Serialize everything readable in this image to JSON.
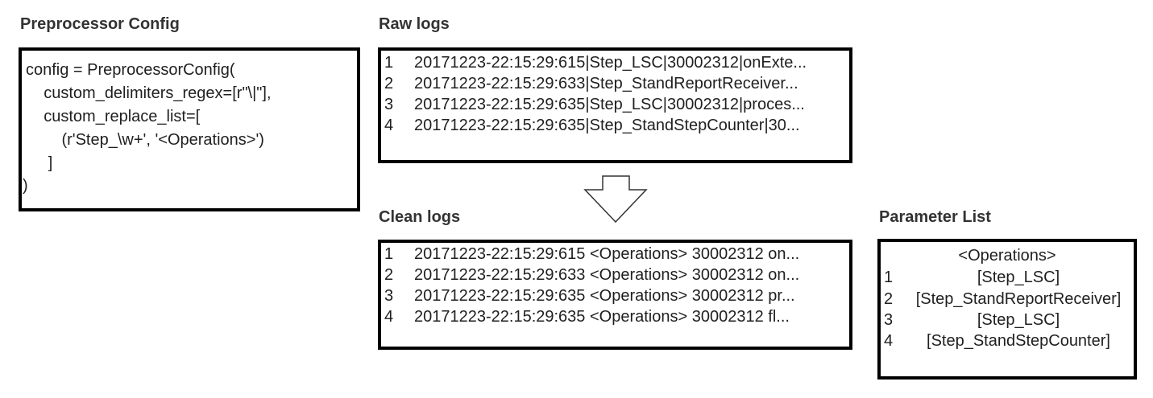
{
  "config_panel": {
    "title": "Preprocessor Config",
    "code_lines": [
      "config = PreprocessorConfig(",
      "    custom_delimiters_regex=[r\"\\|\"],",
      "    custom_replace_list=[",
      "        (r'Step_\\w+', '<Operations>')",
      "     ]",
      ")"
    ]
  },
  "raw_logs": {
    "title": "Raw logs",
    "rows": [
      {
        "num": "1",
        "text": "20171223-22:15:29:615|Step_LSC|30002312|onExte..."
      },
      {
        "num": "2",
        "text": "20171223-22:15:29:633|Step_StandReportReceiver..."
      },
      {
        "num": "3",
        "text": "20171223-22:15:29:635|Step_LSC|30002312|proces..."
      },
      {
        "num": "4",
        "text": "20171223-22:15:29:635|Step_StandStepCounter|30..."
      }
    ]
  },
  "clean_logs": {
    "title": "Clean logs",
    "rows": [
      {
        "num": "1",
        "text": "20171223-22:15:29:615 <Operations> 30002312 on..."
      },
      {
        "num": "2",
        "text": "20171223-22:15:29:633 <Operations> 30002312 on..."
      },
      {
        "num": "3",
        "text": "20171223-22:15:29:635 <Operations> 30002312 pr..."
      },
      {
        "num": "4",
        "text": "20171223-22:15:29:635 <Operations> 30002312 fl..."
      }
    ]
  },
  "parameter_list": {
    "title": "Parameter List",
    "header": "<Operations>",
    "rows": [
      {
        "num": "1",
        "value": "[Step_LSC]"
      },
      {
        "num": "2",
        "value": "[Step_StandReportReceiver]"
      },
      {
        "num": "3",
        "value": "[Step_LSC]"
      },
      {
        "num": "4",
        "value": "[Step_StandStepCounter]"
      }
    ]
  },
  "arrow": {
    "icon": "down-arrow-icon",
    "direction": "down"
  }
}
